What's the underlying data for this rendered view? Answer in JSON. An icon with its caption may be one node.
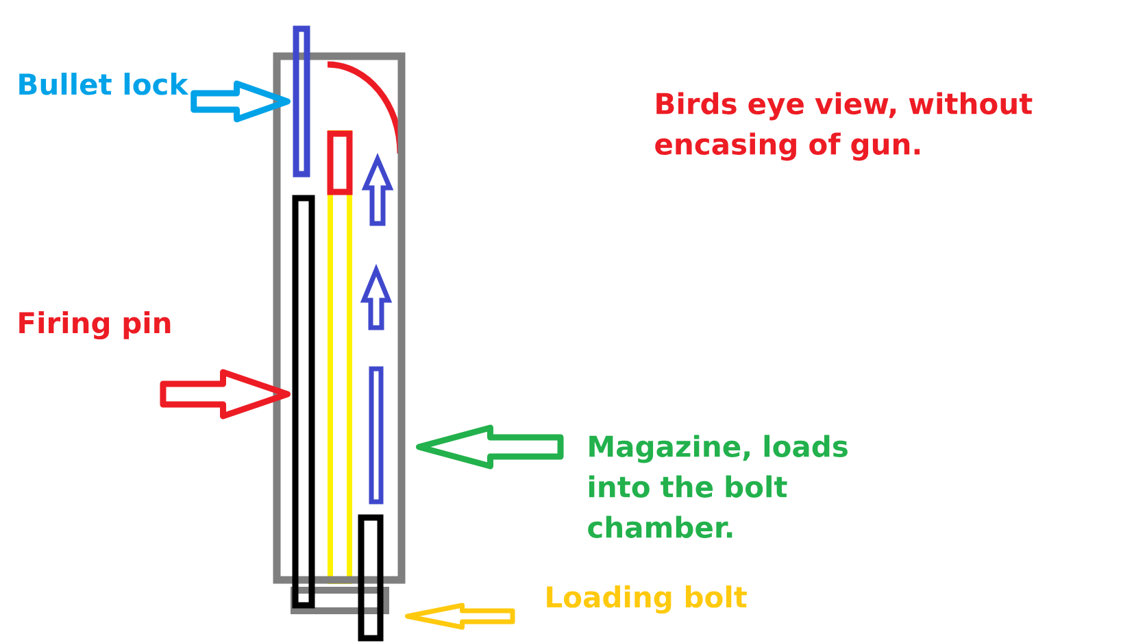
{
  "diagram": {
    "nodes": [
      {
        "text": [
          "Bullet lock"
        ]
      },
      {
        "text": [],
        "shape": "box"
      },
      {
        "text": [],
        "shape": "bar"
      },
      {
        "text": [
          "Firing pin"
        ]
      },
      {
        "text": [],
        "shape": "bar"
      },
      {
        "text": [
          "Magazine, loads into the bolt chamber."
        ]
      },
      {
        "text": [
          "Loading bolt"
        ]
      },
      {
        "text": [],
        "shape": "bar"
      }
    ],
    "edges": [
      {
        "from": 0,
        "to": 2,
        "arrow": "to",
        "color": "#00a2e8"
      },
      {
        "from": 3,
        "to": 4,
        "arrow": "to",
        "color": "#ed1c24"
      },
      {
        "from": 5,
        "to": 1,
        "arrow": "to",
        "color": "#22b14c"
      },
      {
        "from": 6,
        "to": 7,
        "arrow": "to",
        "color": "#ffc90e"
      }
    ],
    "labels": [
      "Birds eye view, without encasing of gun."
    ]
  }
}
